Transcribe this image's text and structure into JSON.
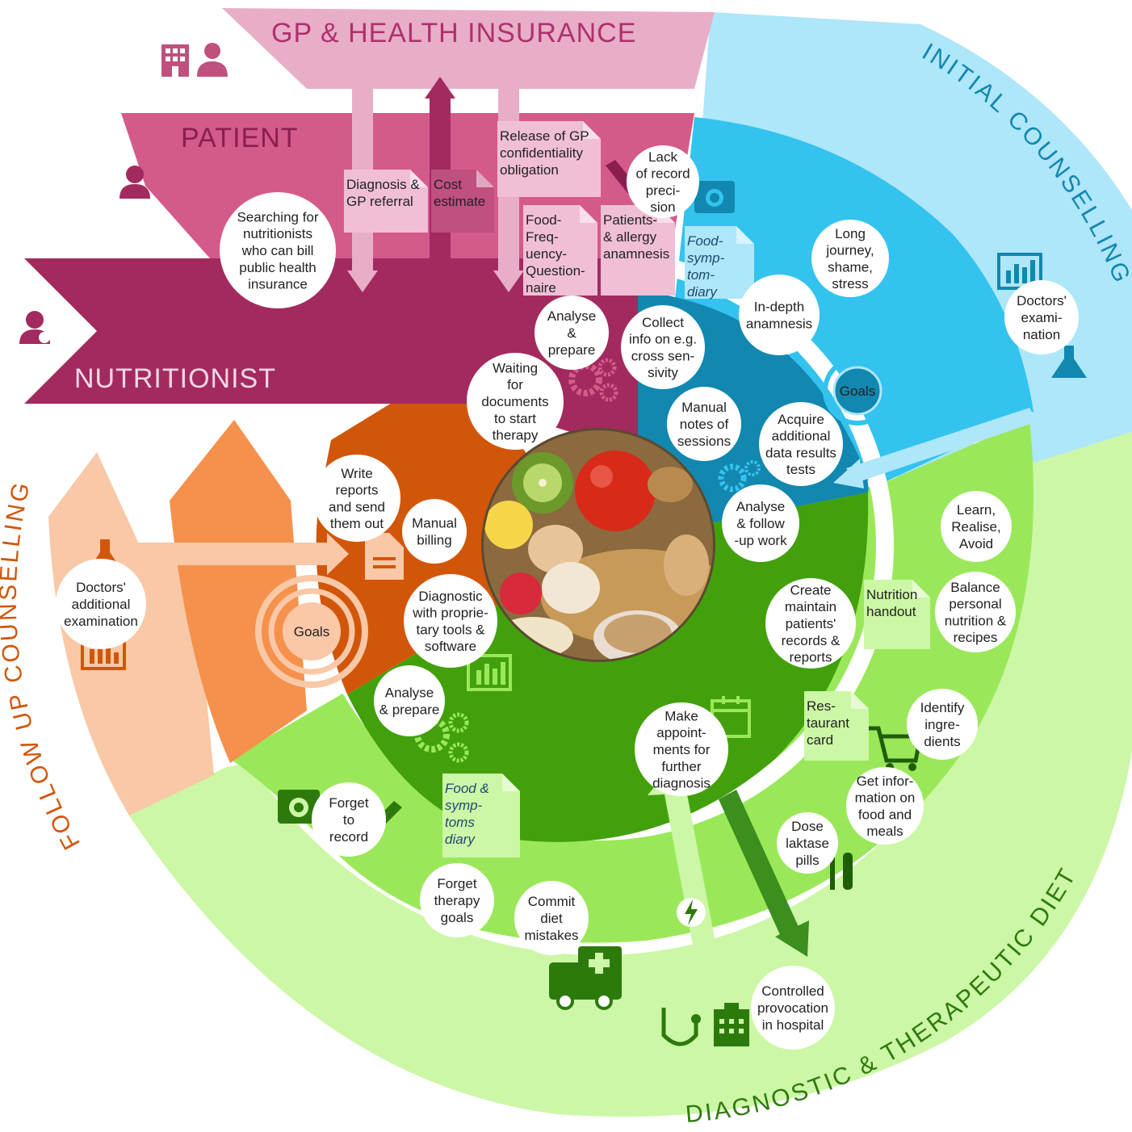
{
  "banners": {
    "gp": "GP & HEALTH INSURANCE",
    "patient": "PATIENT",
    "nutritionist": "NUTRITIONIST"
  },
  "phases": {
    "initial": "INITIAL COUNSELLING",
    "diagnostic": "DIAGNOSTIC & THERAPEUTIC DIET",
    "follow_up": "FOLLOW UP COUNSELLING"
  },
  "documents": {
    "diagnosis_referral": [
      "Diagnosis &",
      "GP referral"
    ],
    "cost_estimate": [
      "Cost",
      "estimate"
    ],
    "release_gp": [
      "Release of GP",
      "confidentiality",
      "obligation"
    ],
    "food_frequency": [
      "Food-",
      "Freq-",
      "uency-",
      "Question-",
      "naire"
    ],
    "allergy_anamnesis": [
      "Patients-",
      "& allergy",
      "anamnesis"
    ],
    "food_symptom_diary_top": [
      "Food-",
      "symp-",
      "tom-",
      "diary"
    ],
    "nutrition_handout": [
      "Nutrition",
      "handout"
    ],
    "restaurant_card": [
      "Res-",
      "taurant",
      "card"
    ],
    "food_symptoms_diary_bottom": [
      "Food &",
      "symp-",
      "toms",
      "diary"
    ]
  },
  "circles": {
    "searching": [
      "Searching for",
      "nutritionists",
      "who can bill",
      "public health",
      "insurance"
    ],
    "lack_record": [
      "Lack",
      "of record",
      "preci-",
      "sion"
    ],
    "long_journey": [
      "Long",
      "journey,",
      "shame,",
      "stress"
    ],
    "analyse_prepare_top": [
      "Analyse",
      "&",
      "prepare"
    ],
    "collect_info": [
      "Collect",
      "info on e.g.",
      "cross sen-",
      "sivity"
    ],
    "waiting_documents": [
      "Waiting",
      "for",
      "documents",
      "to start",
      "therapy"
    ],
    "in_depth": [
      "In-depth",
      "anamnesis"
    ],
    "doctors_exam": [
      "Doctors'",
      "exami-",
      "nation"
    ],
    "goals_initial": [
      "Goals"
    ],
    "manual_notes": [
      "Manual",
      "notes of",
      "sessions"
    ],
    "acquire_data": [
      "Acquire",
      "additional",
      "data results",
      "tests"
    ],
    "write_reports": [
      "Write",
      "reports",
      "and send",
      "them out"
    ],
    "manual_billing": [
      "Manual",
      "billing"
    ],
    "analyse_follow": [
      "Analyse",
      "& follow",
      "-up work"
    ],
    "learn_realise": [
      "Learn,",
      "Realise,",
      "Avoid"
    ],
    "balance_nutrition": [
      "Balance",
      "personal",
      "nutrition &",
      "recipes"
    ],
    "create_records": [
      "Create",
      "maintain",
      "patients'",
      "records &",
      "reports"
    ],
    "doctors_additional": [
      "Doctors'",
      "additional",
      "examination"
    ],
    "goals_follow": [
      "Goals"
    ],
    "diagnostic_tools": [
      "Diagnostic",
      "with proprie-",
      "tary tools &",
      "software"
    ],
    "analyse_prepare_bottom": [
      "Analyse",
      "& prepare"
    ],
    "identify_ingredients": [
      "Identify",
      "ingre-",
      "dients"
    ],
    "make_appointments": [
      "Make",
      "appoint-",
      "ments for",
      "further",
      "diagnosis"
    ],
    "get_information": [
      "Get infor-",
      "mation on",
      "food and",
      "meals"
    ],
    "forget_record": [
      "Forget",
      "to",
      "record"
    ],
    "dose_pills": [
      "Dose",
      "laktase",
      "pills"
    ],
    "forget_goals": [
      "Forget",
      "therapy",
      "goals"
    ],
    "commit_mistakes": [
      "Commit",
      "diet",
      "mistakes"
    ],
    "controlled_provocation": [
      "Controlled",
      "provocation",
      "in hospital"
    ]
  },
  "icons": [
    "office-building-icon",
    "doctor-icon",
    "patient-icon",
    "nutritionist-icon",
    "camera-icon",
    "pencil-icon",
    "gears-icon",
    "bar-chart-icon",
    "flask-icon",
    "calendar-icon",
    "shopping-cart-icon",
    "cutlery-icon",
    "ambulance-icon",
    "stethoscope-icon",
    "hospital-icon",
    "lightning-icon",
    "document-icon",
    "target-icon"
  ],
  "colors": {
    "gp": "#e8aec8",
    "patient": "#d45a8a",
    "nutritionist": "#a32a5e",
    "initial_light": "#aee6fa",
    "initial_mid": "#33c3ee",
    "initial_dark": "#1287b0",
    "diag_light": "#ccf7a6",
    "diag_mid": "#9ae85a",
    "diag_dark": "#42a00d",
    "follow_light": "#f9c8a6",
    "follow_mid": "#f5914c",
    "follow_dark": "#d2560a"
  }
}
